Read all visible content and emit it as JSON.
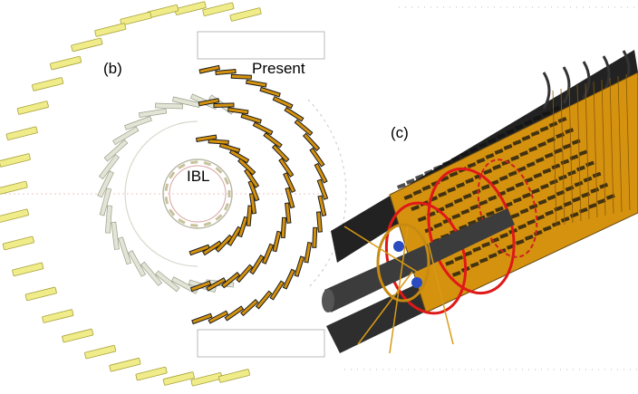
{
  "labels": {
    "b": "(b)",
    "present": "Present",
    "ibl": "IBL",
    "c": "(c)"
  },
  "colors": {
    "background": "#ffffff",
    "outer_staves": "#f0ec8a",
    "outer_stave_edge": "#a8a23a",
    "inner_staves": "#e2e5d5",
    "pixel_modules": "#d4920f",
    "module_shadow": "#1b1b1b",
    "support_rings": "#e01818",
    "beam_pipe": "#3c3c3c",
    "frame": "#222222",
    "ibl_core": "#2a4cc0"
  }
}
